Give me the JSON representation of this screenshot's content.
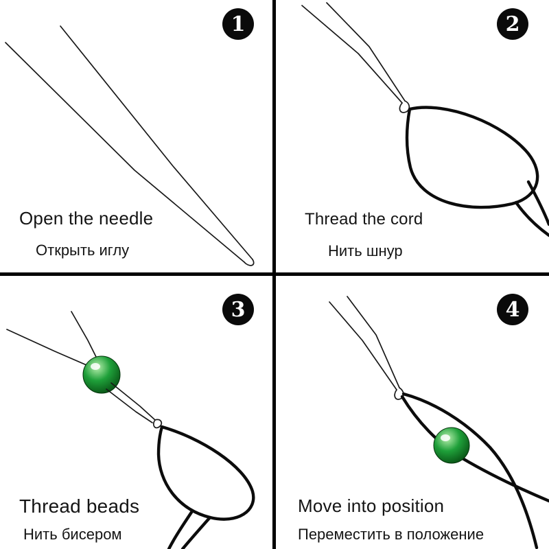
{
  "page": {
    "background": "#ffffff",
    "divider_color": "#000000",
    "kind": "bead-needle-instruction-sheet"
  },
  "colors": {
    "ink": "#141414",
    "badge_bg": "#0a0a0a",
    "badge_fg": "#ffffff",
    "bead_light": "#b8efae",
    "bead_mid": "#1fa03a",
    "bead_dark": "#05470f"
  },
  "panels": [
    {
      "number": "1",
      "title_en": "Open the needle",
      "title_ru": "Открыть иглу",
      "illustration": "opened-big-eye-needle"
    },
    {
      "number": "2",
      "title_en": "Thread the cord",
      "title_ru": "Нить шнур",
      "illustration": "needle-with-cord-loop"
    },
    {
      "number": "3",
      "title_en": "Thread beads",
      "title_ru": "Нить бисером",
      "illustration": "needle-with-green-bead-and-cord-loop"
    },
    {
      "number": "4",
      "title_en": "Move into position",
      "title_ru": "Переместить в положение",
      "illustration": "green-bead-moved-onto-cord"
    }
  ]
}
